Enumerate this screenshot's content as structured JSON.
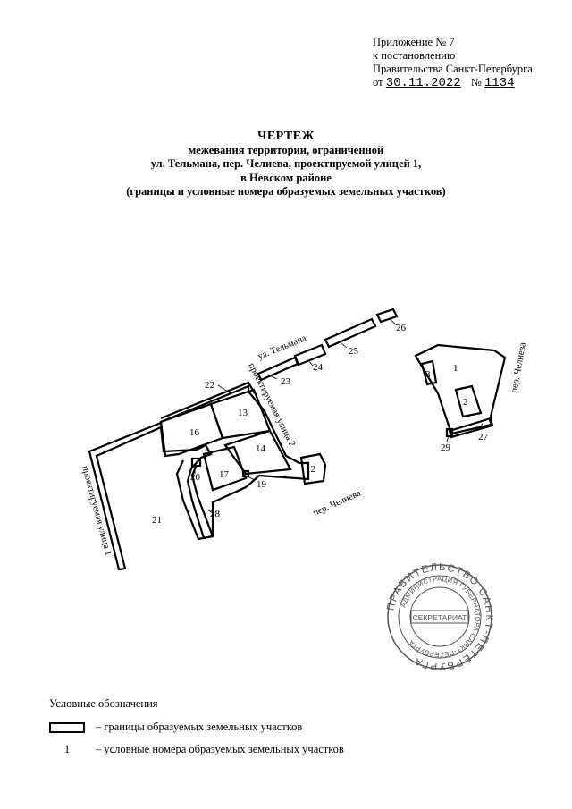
{
  "appendix": {
    "line1": "Приложение № 7",
    "line2": "к постановлению",
    "line3": "Правительства Санкт-Петербурга",
    "date_prefix": "от",
    "date": "30.11.2022",
    "number_prefix": "№",
    "number": "1134"
  },
  "title": {
    "line1": "ЧЕРТЕЖ",
    "line2": "межевания территории, ограниченной",
    "line3": "ул. Тельмана,  пер. Челиева,  проектируемой улицей 1,",
    "line4": "в Невском районе",
    "line5": "(границы и условные номера образуемых земельных участков)"
  },
  "map": {
    "streets": {
      "telmana": "ул. Тельмана",
      "proj2": "проектируемая улица 2",
      "cheliev1": "пер. Челиева",
      "cheliev2": "пер. Челиева",
      "proj1": "проектируемая улица 1"
    },
    "parcels": [
      "1",
      "2",
      "3",
      "12",
      "13",
      "14",
      "16",
      "17",
      "19",
      "20",
      "21",
      "22",
      "23",
      "24",
      "25",
      "26",
      "27",
      "28",
      "29"
    ]
  },
  "stamp": {
    "ring_text": "ПРАВИТЕЛЬСТВО САНКТ-ПЕТЕРБУРГА",
    "inner_text": "АДМИНИСТРАЦИЯ ГУБЕРНАТОРА САНКТ-ПЕТЕРБУРГА",
    "center": "СЕКРЕТАРИАТ"
  },
  "legend": {
    "heading": "Условные обозначения",
    "item1": "–  границы образуемых земельных участков",
    "item2_num": "1",
    "item2": "–  условные номера образуемых земельных участков"
  }
}
